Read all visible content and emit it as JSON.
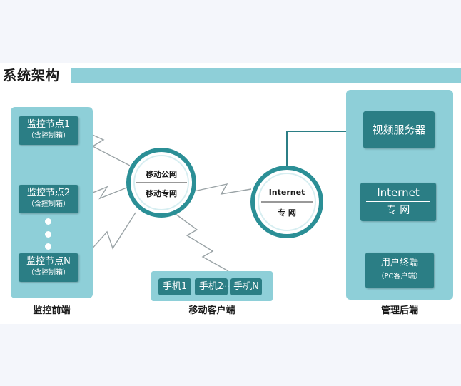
{
  "title": "系统架构",
  "front_end": {
    "label": "监控前端",
    "nodes": [
      {
        "name": "监控节点1",
        "sub": "（含控制箱）"
      },
      {
        "name": "监控节点2",
        "sub": "（含控制箱）"
      },
      {
        "name": "监控节点N",
        "sub": "（含控制箱）"
      }
    ]
  },
  "mobile_network": {
    "top": "移动公网",
    "bottom": "移动专网"
  },
  "internet_network": {
    "top": "Internet",
    "bottom": "专 网"
  },
  "mobile_clients": {
    "label": "移动客户端",
    "phones": [
      "手机1",
      "手机2",
      "手机N"
    ],
    "ellipsis": "···"
  },
  "backend": {
    "label": "管理后端",
    "video_server": "视频服务器",
    "internet_top": "Internet",
    "internet_bottom": "专 网",
    "user_terminal": "用户终端",
    "user_terminal_sub": "（PC客户端）"
  },
  "colors": {
    "panel": "#8ecfd8",
    "box": "#2b7e85",
    "ring": "#2b8f96"
  }
}
